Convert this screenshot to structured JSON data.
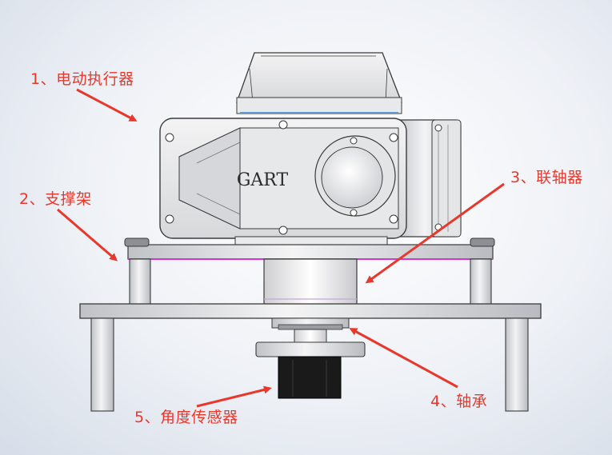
{
  "brand_text": "GART",
  "labels": {
    "actuator": "1、电动执行器",
    "bracket": "2、支撑架",
    "coupling": "3、联轴器",
    "bearing": "4、轴承",
    "angle_sensor": "5、角度传感器"
  },
  "colors": {
    "annotation": "#e8382c",
    "outline": "#3a3a3a",
    "plate_line": "#d633d6",
    "sensor_body": "#1a1a1a"
  }
}
